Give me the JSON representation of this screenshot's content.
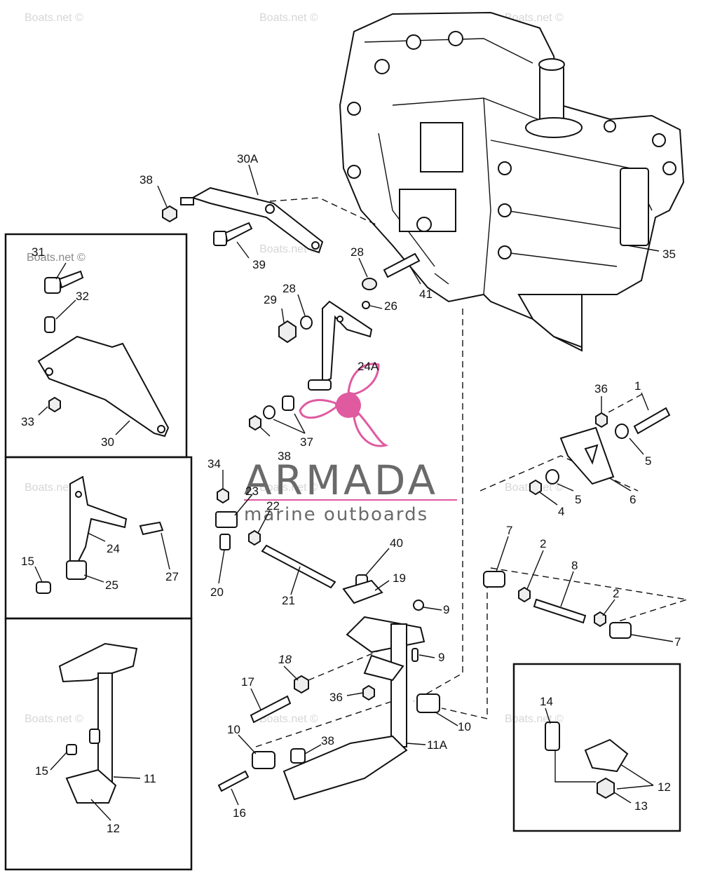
{
  "brand": {
    "name": "ARMADA",
    "tagline": "marine outboards",
    "logo_color": "#e05aa0"
  },
  "watermark": "Boats.net ©",
  "part_labels": [
    {
      "id": "38a",
      "text": "38"
    },
    {
      "id": "30a_lbl",
      "text": "30A"
    },
    {
      "id": "39",
      "text": "39"
    },
    {
      "id": "31",
      "text": "31"
    },
    {
      "id": "32",
      "text": "32"
    },
    {
      "id": "33",
      "text": "33"
    },
    {
      "id": "30",
      "text": "30"
    },
    {
      "id": "28a",
      "text": "28"
    },
    {
      "id": "41",
      "text": "41"
    },
    {
      "id": "35",
      "text": "35"
    },
    {
      "id": "29",
      "text": "29"
    },
    {
      "id": "28b",
      "text": "28"
    },
    {
      "id": "26",
      "text": "26"
    },
    {
      "id": "24A",
      "text": "24A"
    },
    {
      "id": "36a",
      "text": "36"
    },
    {
      "id": "1",
      "text": "1"
    },
    {
      "id": "38b",
      "text": "38"
    },
    {
      "id": "37",
      "text": "37"
    },
    {
      "id": "5a",
      "text": "5"
    },
    {
      "id": "6",
      "text": "6"
    },
    {
      "id": "5b",
      "text": "5"
    },
    {
      "id": "4",
      "text": "4"
    },
    {
      "id": "34",
      "text": "34"
    },
    {
      "id": "23",
      "text": "23"
    },
    {
      "id": "22",
      "text": "22"
    },
    {
      "id": "24",
      "text": "24"
    },
    {
      "id": "27",
      "text": "27"
    },
    {
      "id": "15a",
      "text": "15"
    },
    {
      "id": "25",
      "text": "25"
    },
    {
      "id": "20",
      "text": "20"
    },
    {
      "id": "21",
      "text": "21"
    },
    {
      "id": "40",
      "text": "40"
    },
    {
      "id": "19",
      "text": "19"
    },
    {
      "id": "7a",
      "text": "7"
    },
    {
      "id": "2a",
      "text": "2"
    },
    {
      "id": "8",
      "text": "8"
    },
    {
      "id": "9a",
      "text": "9"
    },
    {
      "id": "2b",
      "text": "2"
    },
    {
      "id": "7b",
      "text": "7"
    },
    {
      "id": "9b",
      "text": "9"
    },
    {
      "id": "18",
      "text": "18"
    },
    {
      "id": "17",
      "text": "17"
    },
    {
      "id": "36b",
      "text": "36"
    },
    {
      "id": "10a",
      "text": "10"
    },
    {
      "id": "14",
      "text": "14"
    },
    {
      "id": "10b",
      "text": "10"
    },
    {
      "id": "38c",
      "text": "38"
    },
    {
      "id": "11A",
      "text": "11A"
    },
    {
      "id": "15b",
      "text": "15"
    },
    {
      "id": "11",
      "text": "11"
    },
    {
      "id": "16",
      "text": "16"
    },
    {
      "id": "12a",
      "text": "12"
    },
    {
      "id": "12b",
      "text": "12"
    },
    {
      "id": "13",
      "text": "13"
    }
  ]
}
